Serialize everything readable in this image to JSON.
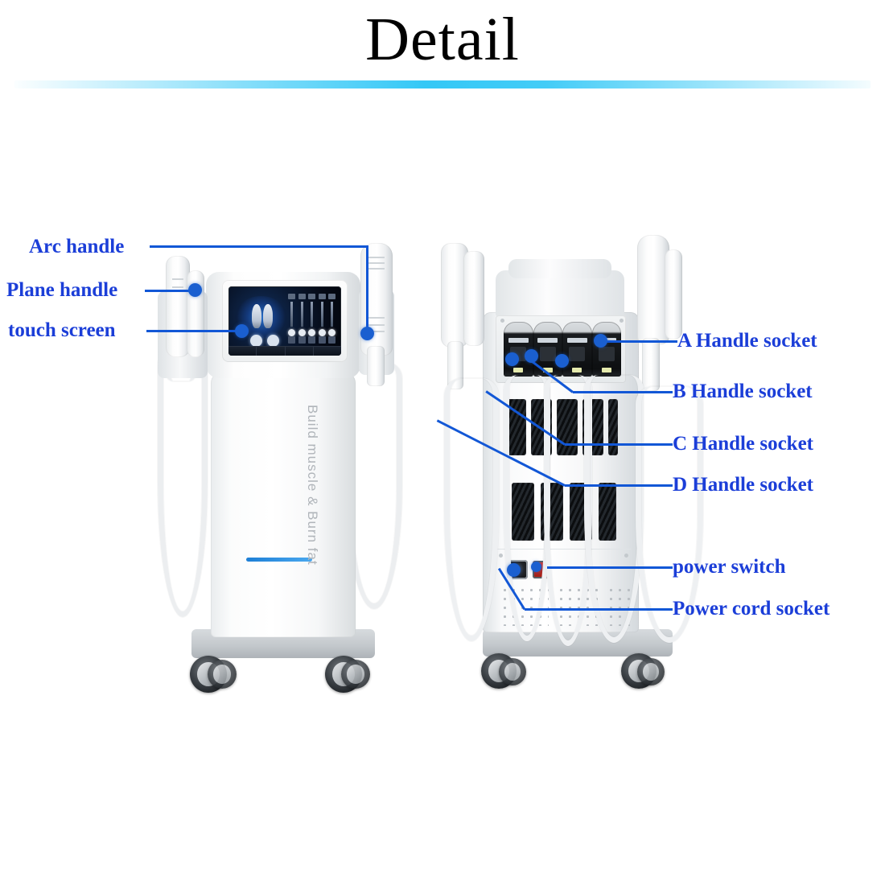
{
  "page": {
    "title": "Detail",
    "accent_color": "#29c5f6",
    "label_color": "#1b3ed8",
    "leader_color": "#1257d6"
  },
  "labels_left": [
    {
      "id": "arc-handle",
      "text": "Arc handle"
    },
    {
      "id": "plane-handle",
      "text": "Plane handle"
    },
    {
      "id": "touch-screen",
      "text": "touch screen"
    }
  ],
  "labels_right": [
    {
      "id": "a-handle-socket",
      "text": "A Handle socket"
    },
    {
      "id": "b-handle-socket",
      "text": "B Handle socket"
    },
    {
      "id": "c-handle-socket",
      "text": "C Handle socket"
    },
    {
      "id": "d-handle-socket",
      "text": "D   Handle socket"
    },
    {
      "id": "power-switch",
      "text": "power switch"
    },
    {
      "id": "power-cord-socket",
      "text": "Power cord socket"
    }
  ],
  "front_machine": {
    "brand_text": "Build muscle & Burn fat",
    "screen": {
      "name": "touch-screen-display",
      "slider_count": 5,
      "round_button_count": 2,
      "bottom_button_count": 4
    }
  },
  "back_machine": {
    "socket_count": 4,
    "socket_labels": [
      "A",
      "B",
      "C",
      "D"
    ],
    "power_switch_color": "#e03a2f",
    "vent_rows": 2
  }
}
